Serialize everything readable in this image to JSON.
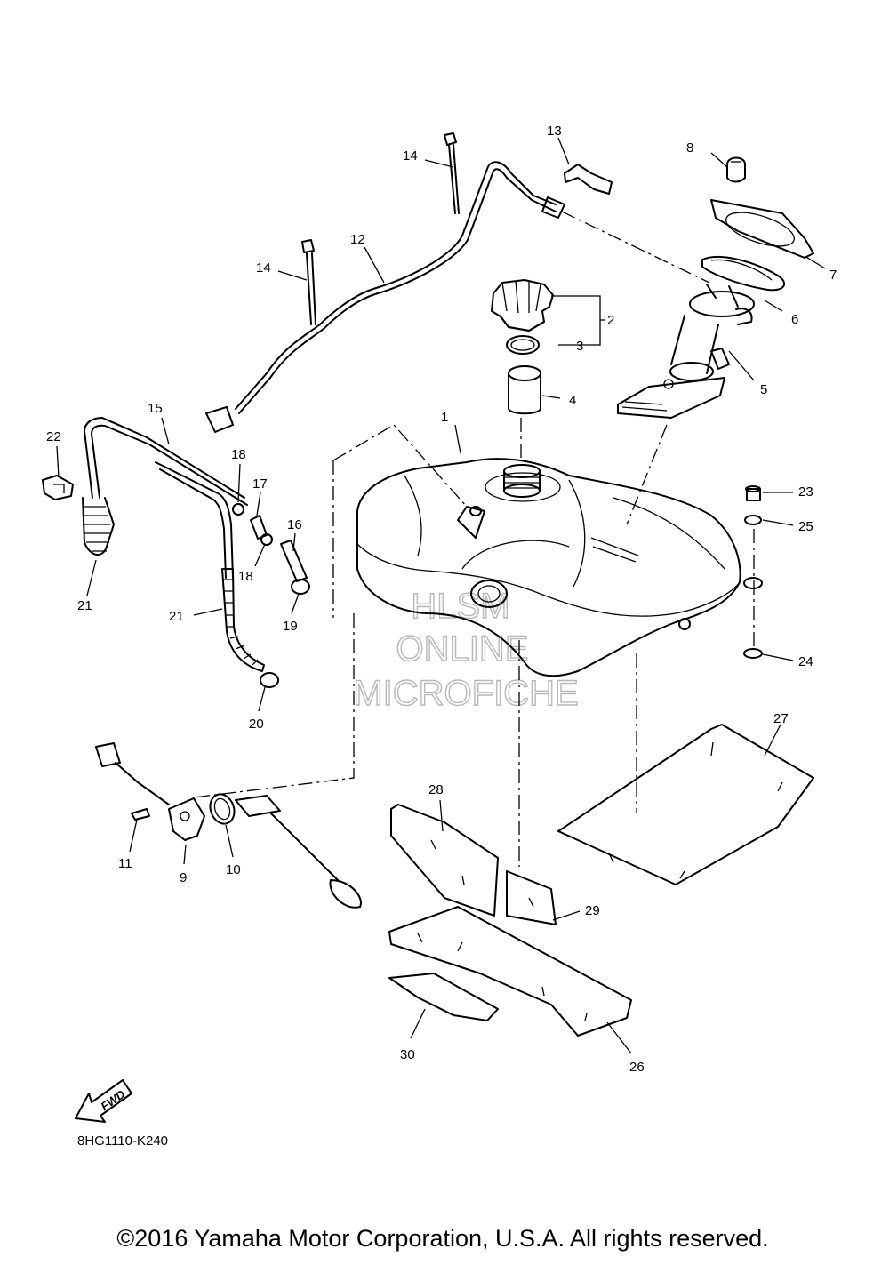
{
  "callouts": [
    {
      "id": "1",
      "text": "1"
    },
    {
      "id": "2",
      "text": "2"
    },
    {
      "id": "3",
      "text": "3"
    },
    {
      "id": "4",
      "text": "4"
    },
    {
      "id": "5",
      "text": "5"
    },
    {
      "id": "6",
      "text": "6"
    },
    {
      "id": "7",
      "text": "7"
    },
    {
      "id": "8",
      "text": "8"
    },
    {
      "id": "9",
      "text": "9"
    },
    {
      "id": "10",
      "text": "10"
    },
    {
      "id": "11",
      "text": "11"
    },
    {
      "id": "12",
      "text": "12"
    },
    {
      "id": "13",
      "text": "13"
    },
    {
      "id": "14a",
      "text": "14"
    },
    {
      "id": "14b",
      "text": "14"
    },
    {
      "id": "15",
      "text": "15"
    },
    {
      "id": "16",
      "text": "16"
    },
    {
      "id": "17",
      "text": "17"
    },
    {
      "id": "18a",
      "text": "18"
    },
    {
      "id": "18b",
      "text": "18"
    },
    {
      "id": "19",
      "text": "19"
    },
    {
      "id": "20",
      "text": "20"
    },
    {
      "id": "21a",
      "text": "21"
    },
    {
      "id": "21b",
      "text": "21"
    },
    {
      "id": "22",
      "text": "22"
    },
    {
      "id": "23",
      "text": "23"
    },
    {
      "id": "24",
      "text": "24"
    },
    {
      "id": "25",
      "text": "25"
    },
    {
      "id": "26",
      "text": "26"
    },
    {
      "id": "27",
      "text": "27"
    },
    {
      "id": "28",
      "text": "28"
    },
    {
      "id": "29",
      "text": "29"
    },
    {
      "id": "30",
      "text": "30"
    }
  ],
  "watermark": {
    "line1": "HLSM",
    "line2": "ONLINE",
    "line3": "MICROFICHE"
  },
  "fwd_label": "FWD",
  "diagram_code": "8HG1110-K240",
  "copyright": "©2016 Yamaha Motor Corporation, U.S.A. All rights reserved."
}
